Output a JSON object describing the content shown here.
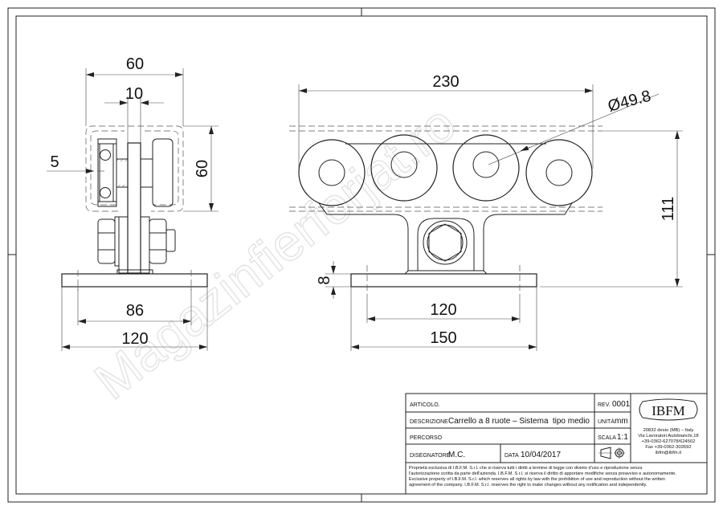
{
  "side_view": {
    "dims": {
      "width_outer": "60",
      "plate_gap": "10",
      "offset": "5",
      "height": "60",
      "hole_spacing": "86",
      "base_width": "120"
    }
  },
  "front_view": {
    "dims": {
      "length": "230",
      "wheel_diameter": "Ø49.8",
      "height": "111",
      "base_thickness": "8",
      "hole_spacing": "120",
      "base_length": "150"
    }
  },
  "watermark": "Magazinfierforjat.ro",
  "title_block": {
    "articolo_label": "ARTICOLO.",
    "rev_label": "REV.",
    "rev_value": "0001",
    "descrizione_label": "DESCRIZIONE",
    "descrizione_value": "Carrello a 8 ruote – Sistema",
    "tipo": "tipo medio",
    "unita_label": "UNITÀ",
    "unita_value": "mm",
    "percorso_label": "PERCORSO",
    "scala_label": "SCALA",
    "scala_value": "1:1",
    "disegnatore_label": "DISEGNATORE",
    "disegnatore_value": "M.C.",
    "data_label": "DATA",
    "data_value": "10/04/2017",
    "logo": "IBFM",
    "address": [
      "20832 desio (MB) – Italy",
      "Via Lavoratori Autobianchi,18",
      "+39-0362-627078/624502",
      "Fax +39-0362-302692",
      "ibfm@ibfm.it"
    ],
    "disclaimer": [
      "Proprietà esclusiva di I.B.F.M. S.r.l. che si riserva tutti i diritti a termine di legge con divieto d'uso e riproduzione senza",
      "l'autorizzazione scritta da parte dell'azienda. I.B.F.M. S.r.l. si riserva il diritto di apportare modifiche senza preavviso e autonomamente.",
      "Exclusive property of I.B.F.M. S.r.l. which reserves all rights by law with the prohibition of use and reproduction without the written",
      "agreement of the company. I.B.F.M. S.r.l. reserves the right to make changes without any notification and independently."
    ]
  }
}
